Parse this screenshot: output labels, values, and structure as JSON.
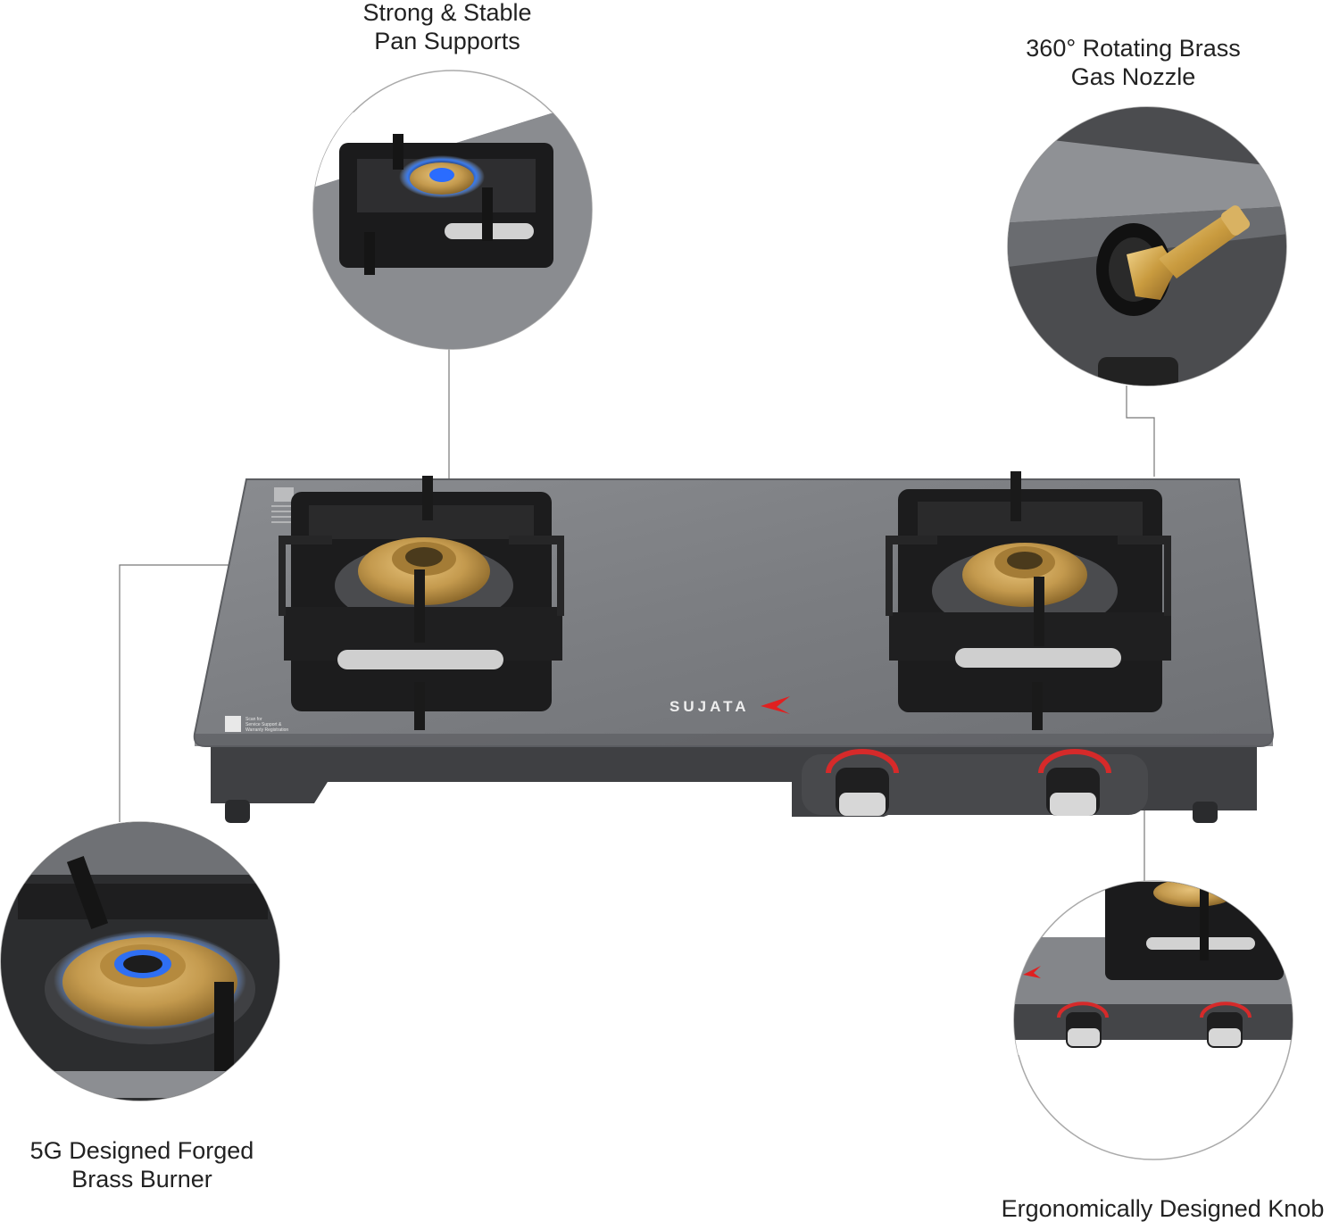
{
  "brand": {
    "name": "SUJATA",
    "logo_color": "#e02020",
    "qr_caption_lines": [
      "Scan for",
      "Service Support &",
      "Warranty Registration"
    ]
  },
  "product": {
    "type": "two-burner glass top gas stove",
    "glass_color": "#7d7f83",
    "frame_color": "#3a3b3e",
    "burner_color": "#c9a25a",
    "knob_ring_color": "#d62a2a"
  },
  "callouts": {
    "pan_supports": {
      "line1": "Strong & Stable",
      "line2": "Pan Supports",
      "icon": "pan-support-closeup"
    },
    "nozzle": {
      "line1": "360° Rotating Brass",
      "line2": "Gas Nozzle",
      "icon": "brass-nozzle-closeup"
    },
    "burner": {
      "line1": "5G Designed Forged",
      "line2": "Brass Burner",
      "icon": "brass-burner-flame-closeup"
    },
    "knob": {
      "line1": "Ergonomically Designed Knob",
      "icon": "knob-closeup"
    }
  }
}
